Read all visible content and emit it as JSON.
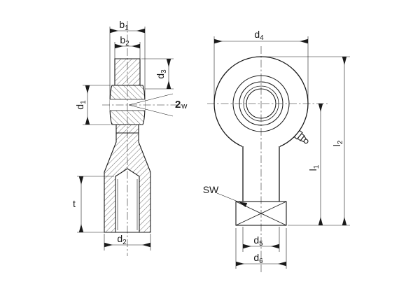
{
  "labels": {
    "b1": {
      "main": "b",
      "sub": "1"
    },
    "b2": {
      "main": "b",
      "sub": "2"
    },
    "d1": {
      "main": "d",
      "sub": "1"
    },
    "d2": {
      "main": "d",
      "sub": "2"
    },
    "d3": {
      "main": "d",
      "sub": "3"
    },
    "d4": {
      "main": "d",
      "sub": "4"
    },
    "d5": {
      "main": "d",
      "sub": "5"
    },
    "d6": {
      "main": "d",
      "sub": "6"
    },
    "l1": {
      "main": "l",
      "sub": "1"
    },
    "l2": {
      "main": "l",
      "sub": "2"
    },
    "t": {
      "main": "t",
      "sub": ""
    },
    "sw": {
      "main": "SW",
      "sub": ""
    },
    "two_w": {
      "main": "2",
      "sub": "w"
    }
  },
  "colors": {
    "line": "#1a1a1a",
    "background": "#ffffff"
  }
}
